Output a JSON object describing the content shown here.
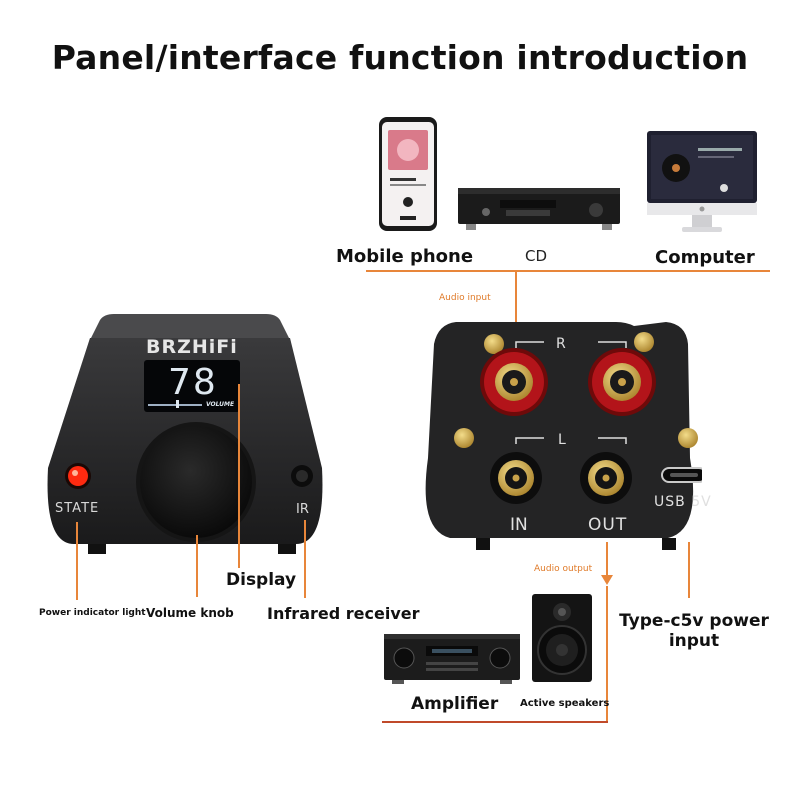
{
  "title": "Panel/interface function introduction",
  "sources": {
    "mobile": "Mobile phone",
    "cd": "CD",
    "computer": "Computer",
    "audio_input": "Audio input"
  },
  "front": {
    "brand": "BRZHiFi",
    "display_value": "78",
    "display_caption": "VOLUME",
    "state_label": "STATE",
    "ir_label": "IR"
  },
  "front_callouts": {
    "power_light": "Power indicator light",
    "volume_knob": "Volume knob",
    "display": "Display",
    "infrared": "Infrared receiver"
  },
  "back": {
    "r_label": "R",
    "l_label": "L",
    "in_label": "IN",
    "out_label": "OUT",
    "usb_label": "USB 5V"
  },
  "back_callouts": {
    "audio_output": "Audio output",
    "type_c": "Type-c5v power input",
    "type_c_line1": "Type-c5v power",
    "type_c_line2": "input",
    "amplifier": "Amplifier",
    "speakers": "Active speakers"
  },
  "colors": {
    "accent_line": "#e8863a",
    "dark_line": "#c04a2a",
    "display_text": "#dfe8f0",
    "state_led": "#ff2a10"
  }
}
